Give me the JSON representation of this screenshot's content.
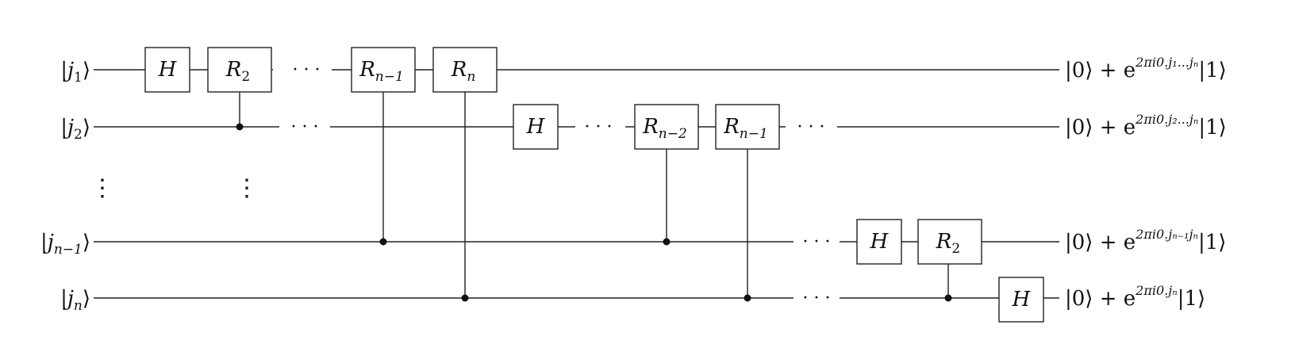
{
  "inputs": [
    {
      "base": "|j",
      "sub": "1",
      "close": "⟩"
    },
    {
      "base": "|j",
      "sub": "2",
      "close": "⟩"
    },
    {
      "base": "|j",
      "sub": "n−1",
      "close": "⟩"
    },
    {
      "base": "|j",
      "sub": "n",
      "close": "⟩"
    }
  ],
  "vdots": "⋮",
  "hdots": "· · ·",
  "gates": {
    "H": {
      "main": "H",
      "sub": ""
    },
    "R2": {
      "main": "R",
      "sub": "2"
    },
    "Rn1": {
      "main": "R",
      "sub": "n−1"
    },
    "Rn": {
      "main": "R",
      "sub": "n"
    },
    "Rn2": {
      "main": "R",
      "sub": "n−2"
    }
  },
  "outputs": [
    {
      "prefix": "|0⟩ + e",
      "exp": "2πi0.j₁...jₙ",
      "suffix": "|1⟩"
    },
    {
      "prefix": "|0⟩ + e",
      "exp": "2πi0.j₂...jₙ",
      "suffix": "|1⟩"
    },
    {
      "prefix": "|0⟩ + e",
      "exp": "2πi0.jₙ₋₁jₙ",
      "suffix": "|1⟩"
    },
    {
      "prefix": "|0⟩ + e",
      "exp": "2πi0.jₙ",
      "suffix": "|1⟩"
    }
  ]
}
